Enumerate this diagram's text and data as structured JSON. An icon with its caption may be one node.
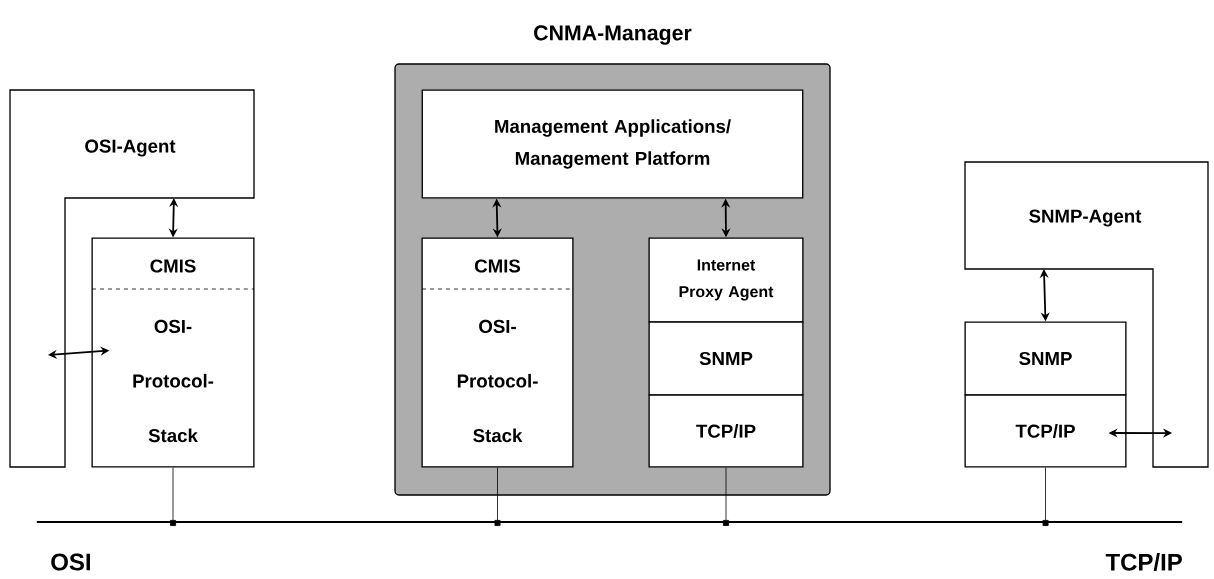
{
  "diagram": {
    "nodes": [
      {
        "text": [
          "OSI-Agent"
        ]
      },
      {
        "text": [
          "CMIS",
          "OSI- Protocol- Stack"
        ]
      },
      {
        "text": [
          "CNMA-Manager"
        ]
      },
      {
        "text": [
          "Management Applications/ Management Platform"
        ],
        "in": 2
      },
      {
        "text": [
          "CMIS",
          "OSI- Protocol- Stack"
        ],
        "in": 2
      },
      {
        "text": [
          "Internet Proxy Agent"
        ],
        "in": 2
      },
      {
        "text": [
          "SNMP"
        ],
        "in": 2
      },
      {
        "text": [
          "TCP/IP"
        ],
        "in": 2
      },
      {
        "text": [
          "SNMP-Agent"
        ]
      },
      {
        "text": [
          "SNMP"
        ]
      },
      {
        "text": [
          "TCP/IP"
        ]
      },
      {
        "text": [],
        "shape": "bar"
      }
    ],
    "edges": [
      {
        "from": 0,
        "to": 1,
        "arrow": "both"
      },
      {
        "from": 0,
        "to": 1,
        "arrow": "both"
      },
      {
        "from": 3,
        "to": 4,
        "arrow": "both"
      },
      {
        "from": 3,
        "to": 5,
        "arrow": "both"
      },
      {
        "from": 8,
        "to": 9,
        "arrow": "both"
      },
      {
        "from": 10,
        "to": 8,
        "arrow": "both"
      },
      {
        "from": 1,
        "to": 11,
        "arrow": "other"
      },
      {
        "from": 4,
        "to": 11,
        "arrow": "other"
      },
      {
        "from": 7,
        "to": 11,
        "arrow": "other"
      },
      {
        "from": 10,
        "to": 11,
        "arrow": "other"
      }
    ],
    "labels": [
      "OSI",
      "TCP/IP"
    ]
  }
}
